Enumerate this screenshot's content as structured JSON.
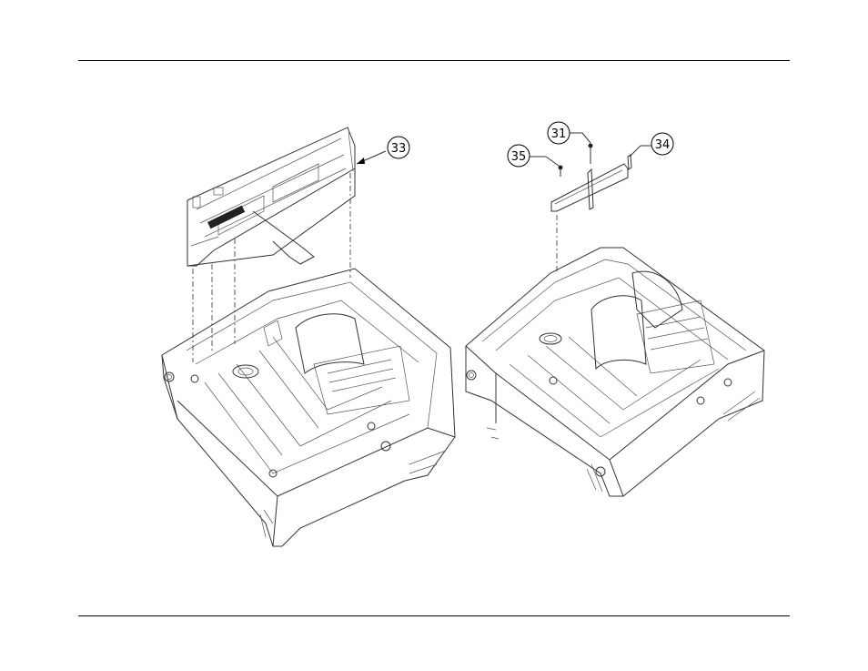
{
  "callouts": {
    "c31": "31",
    "c33": "33",
    "c34": "34",
    "c35": "35"
  }
}
